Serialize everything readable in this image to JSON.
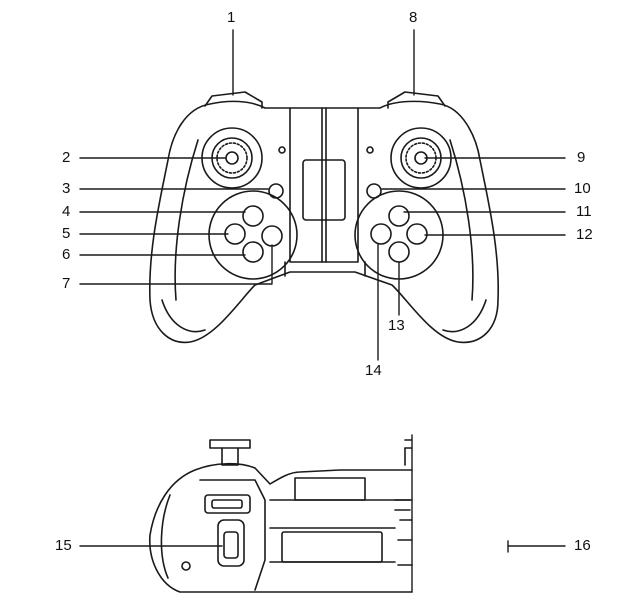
{
  "labels": [
    {
      "id": "1",
      "text": "1"
    },
    {
      "id": "2",
      "text": "2"
    },
    {
      "id": "3",
      "text": "3"
    },
    {
      "id": "4",
      "text": "4"
    },
    {
      "id": "5",
      "text": "5"
    },
    {
      "id": "6",
      "text": "6"
    },
    {
      "id": "7",
      "text": "7"
    },
    {
      "id": "8",
      "text": "8"
    },
    {
      "id": "9",
      "text": "9"
    },
    {
      "id": "10",
      "text": "10"
    },
    {
      "id": "11",
      "text": "11"
    },
    {
      "id": "12",
      "text": "12"
    },
    {
      "id": "13",
      "text": "13"
    },
    {
      "id": "14",
      "text": "14"
    },
    {
      "id": "15",
      "text": "15"
    },
    {
      "id": "16",
      "text": "16"
    }
  ],
  "colors": {
    "line": "#1a1a1a",
    "background": "#ffffff"
  }
}
